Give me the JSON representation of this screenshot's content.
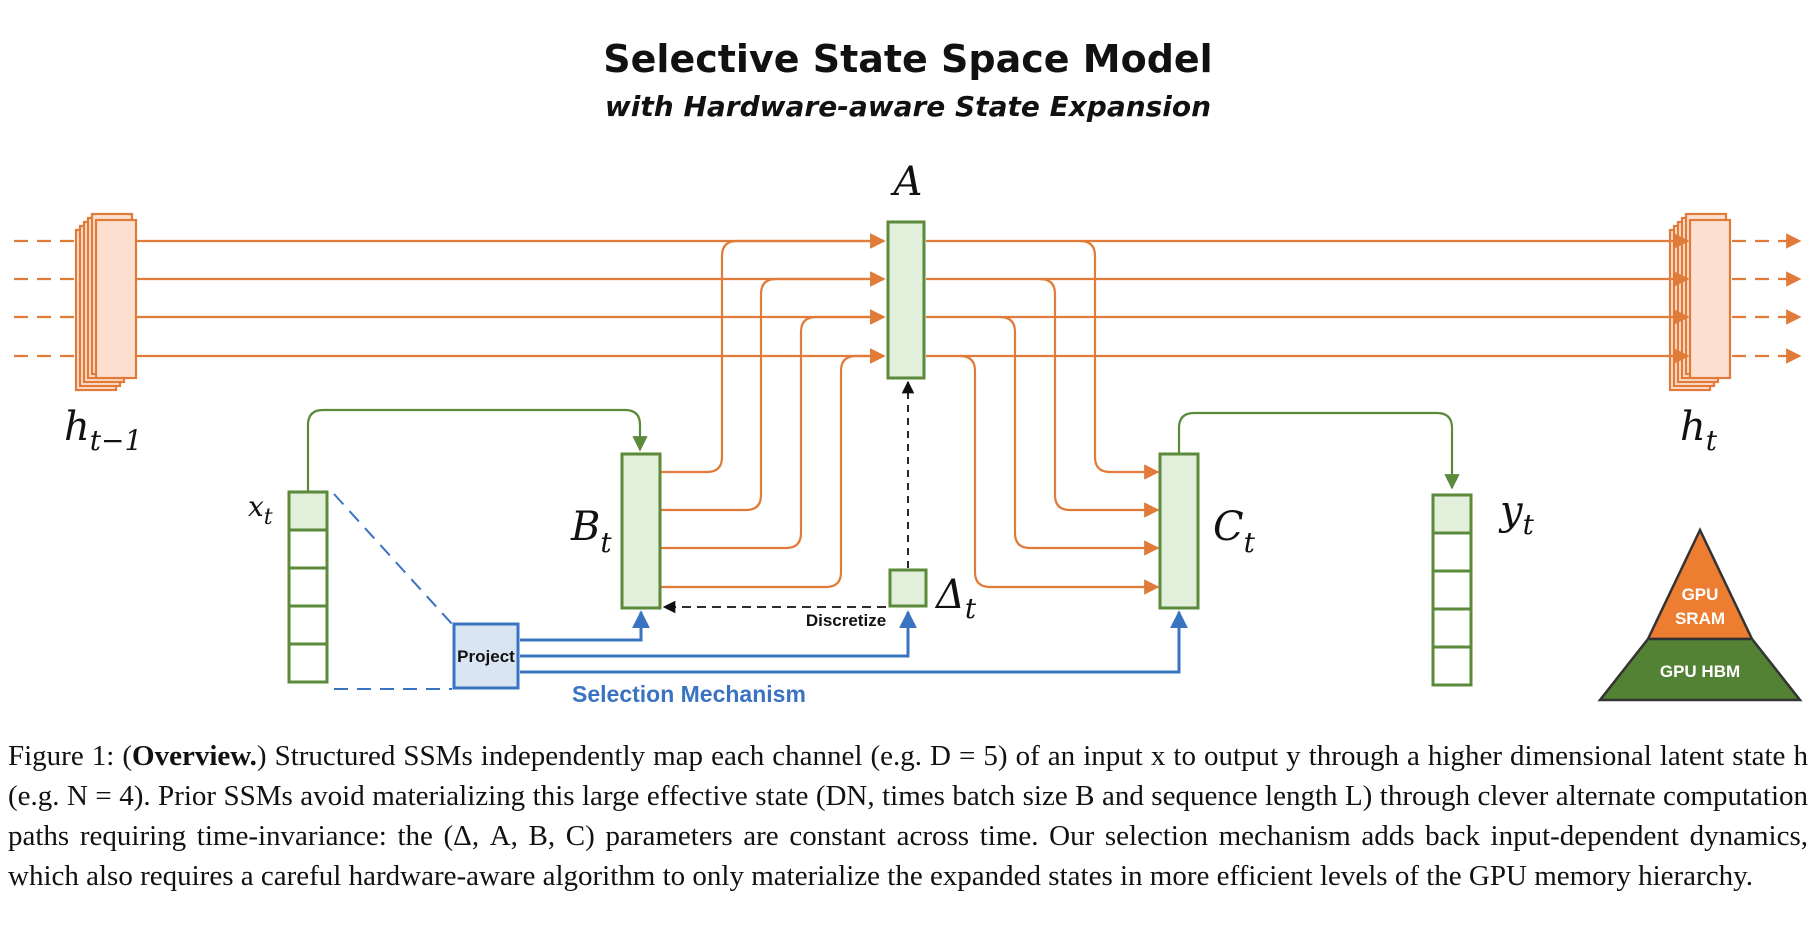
{
  "title": "Selective State Space Model",
  "subtitle": "with Hardware-aware State Expansion",
  "labels": {
    "A": "A",
    "h_prev_main": "h",
    "h_prev_sub": "t−1",
    "h_t_main": "h",
    "h_t_sub": "t",
    "x_main": "x",
    "x_sub": "t",
    "B_main": "B",
    "B_sub": "t",
    "C_main": "C",
    "C_sub": "t",
    "y_main": "y",
    "y_sub": "t",
    "delta_main": "Δ",
    "delta_sub": "t",
    "project": "Project",
    "discretize": "Discretize",
    "selection": "Selection Mechanism"
  },
  "pyramid": {
    "top": [
      "GPU",
      "SRAM"
    ],
    "bottom": "GPU HBM"
  },
  "colors": {
    "orange": "#e07b39",
    "orange_fill": "#fde0cf",
    "green": "#5a8a3a",
    "green_fill": "#e2efda",
    "blue": "#3a73c1",
    "blue_fill": "#dae5f3",
    "sram": "#ed7d31",
    "hbm": "#548235"
  },
  "caption": {
    "label": "Figure 1:",
    "bold": "Overview.",
    "text": "Structured SSMs independently map each channel (e.g. D = 5) of an input x to output y through a higher dimensional latent state h (e.g. N = 4). Prior SSMs avoid materializing this large effective state (DN, times batch size B and sequence length L) through clever alternate computation paths requiring time-invariance: the (Δ, A, B, C) parameters are constant across time. Our selection mechanism adds back input-dependent dynamics, which also requires a careful hardware-aware algorithm to only materialize the expanded states in more efficient levels of the GPU memory hierarchy."
  }
}
